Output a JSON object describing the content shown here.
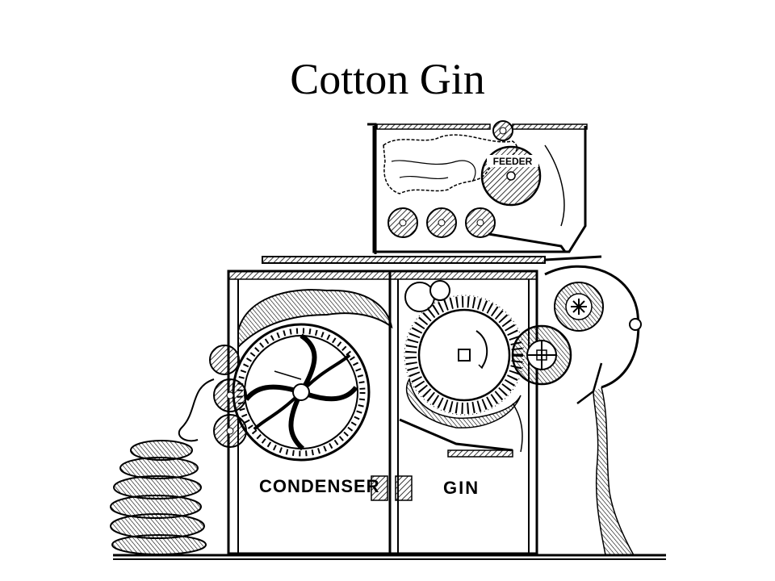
{
  "slide": {
    "title": "Cotton Gin"
  },
  "diagram": {
    "labels": {
      "feeder": "FEEDER",
      "condenser": "CONDENSER",
      "gin": "GIN"
    },
    "colors": {
      "ink": "#000000",
      "paper": "#ffffff"
    }
  }
}
